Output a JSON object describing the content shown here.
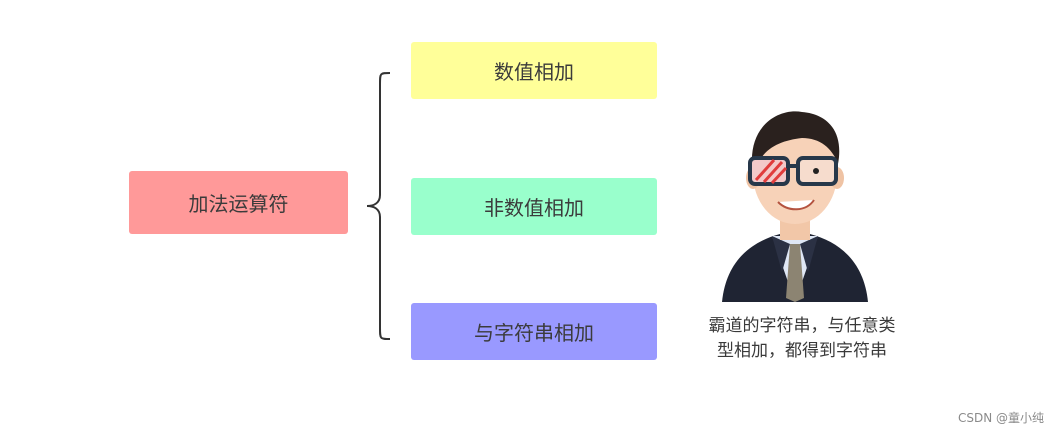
{
  "root": {
    "label": "加法运算符",
    "color": "#ff9999"
  },
  "children": [
    {
      "label": "数值相加",
      "color": "#ffff99"
    },
    {
      "label": "非数值相加",
      "color": "#99ffcc"
    },
    {
      "label": "与字符串相加",
      "color": "#9999ff"
    }
  ],
  "caption": {
    "line1": "霸道的字符串，与任意类",
    "line2": "型相加，都得到字符串"
  },
  "character": {
    "icon": "cartoon-man-with-glasses"
  },
  "watermark": "CSDN @童小纯"
}
